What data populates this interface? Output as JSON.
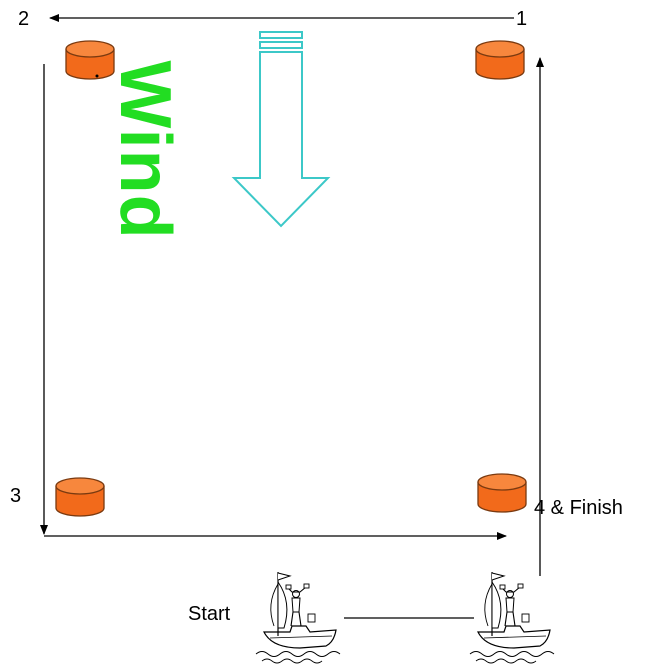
{
  "marks": {
    "mark_1": "1",
    "mark_2": "2",
    "mark_3": "3",
    "mark_4": "4 & Finish"
  },
  "start_label": "Start",
  "wind_label": "Wind",
  "colors": {
    "buoy": "#f26a1b",
    "wind_text": "#22dd22",
    "wind_arrow": "#3cc8c8",
    "course_line": "#000000"
  },
  "icons": {
    "buoy": "cylinder-buoy-icon",
    "boat": "sailboat-with-sailor-icon",
    "wind_arrow": "down-arrow-outline-icon"
  }
}
